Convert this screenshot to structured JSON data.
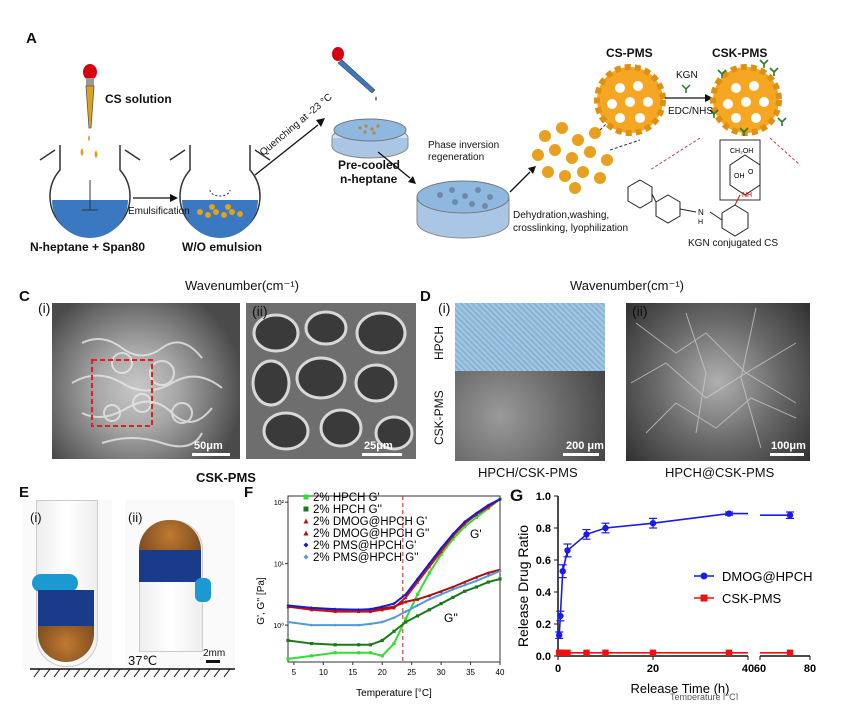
{
  "panels": {
    "a": "A",
    "c": "C",
    "d": "D",
    "e": "E",
    "f": "F",
    "g": "G",
    "c_i": "(i)",
    "c_ii": "(ii)",
    "d_i": "(i)",
    "d_ii": "(ii)",
    "e_i": "(i)",
    "e_ii": "(ii)"
  },
  "schematic": {
    "cs_solution": "CS solution",
    "emulsification": "Emulsification",
    "heptane_span": "N-heptane + Span80",
    "wo_emulsion": "W/O emulsion",
    "quenching": "Quenching at -23 °C",
    "precooled_1": "Pre-cooled",
    "precooled_2": "n-heptane",
    "phase_inv_1": "Phase inversion",
    "phase_inv_2": "regeneration",
    "dehydration_1": "Dehydration,washing,",
    "dehydration_2": "crosslinking, lyophilization",
    "cs_pms": "CS-PMS",
    "csk_pms": "CSK-PMS",
    "kgn": "KGN",
    "edc_nhs": "EDC/NHS",
    "kgn_conjugated": "KGN conjugated CS",
    "mol_oh": "OH",
    "mol_ch2oh": "CH₂OH",
    "mol_o": "O",
    "mol_nh": "NH",
    "mol_h": "H",
    "mol_n": "N"
  },
  "panel_c": {
    "header": "Wavenumber(cm⁻¹)",
    "scale_i": "50μm",
    "scale_ii": "25μm",
    "caption": "CSK-PMS"
  },
  "panel_d": {
    "header": "Wavenumber(cm⁻¹)",
    "hpch": "HPCH",
    "csk_pms": "CSK-PMS",
    "scale_i": "200 μm",
    "scale_ii": "100μm",
    "caption_i": "HPCH/CSK-PMS",
    "caption_ii": "HPCH@CSK-PMS"
  },
  "panel_e": {
    "temp": "37℃",
    "scale": "2mm"
  },
  "chart_data": [
    {
      "type": "line",
      "panel": "F",
      "xlabel": "Temperature [°C]",
      "ylabel": "G', G'' [Pa]",
      "xlim": [
        4,
        40
      ],
      "ylim_log10": [
        -0.6,
        2.1
      ],
      "x_ticks": [
        5,
        10,
        15,
        20,
        25,
        30,
        35,
        40
      ],
      "y_ticks": [
        "10²",
        "10¹",
        "10⁰"
      ],
      "y_tick_values": [
        2,
        1,
        0
      ],
      "annotations": {
        "g_prime": "G'",
        "g_double_prime": "G''"
      },
      "transition_line_x": 23.5,
      "x": [
        4,
        8,
        12,
        16,
        18,
        20,
        22,
        24,
        26,
        28,
        30,
        32,
        34,
        36,
        38,
        40
      ],
      "series": [
        {
          "name": "2% HPCH G'",
          "color": "#33dd33",
          "marker": "square",
          "log10_values": [
            -0.55,
            -0.5,
            -0.45,
            -0.45,
            -0.45,
            -0.5,
            -0.3,
            0.1,
            0.5,
            0.85,
            1.15,
            1.4,
            1.6,
            1.75,
            1.9,
            2.05
          ]
        },
        {
          "name": "2% HPCH G''",
          "color": "#1a7a1a",
          "marker": "square",
          "log10_values": [
            -0.25,
            -0.3,
            -0.32,
            -0.32,
            -0.32,
            -0.25,
            -0.1,
            0.05,
            0.15,
            0.25,
            0.35,
            0.45,
            0.55,
            0.62,
            0.7,
            0.75
          ]
        },
        {
          "name": "2% DMOG@HPCH G'",
          "color": "#cc1111",
          "marker": "triangle",
          "log10_values": [
            0.3,
            0.25,
            0.22,
            0.22,
            0.22,
            0.25,
            0.28,
            0.45,
            0.7,
            0.95,
            1.2,
            1.45,
            1.65,
            1.8,
            1.92,
            2.05
          ]
        },
        {
          "name": "2% DMOG@HPCH G''",
          "color": "#aa1111",
          "marker": "triangle",
          "log10_values": [
            0.3,
            0.28,
            0.25,
            0.25,
            0.25,
            0.27,
            0.3,
            0.38,
            0.42,
            0.48,
            0.55,
            0.62,
            0.7,
            0.78,
            0.85,
            0.9
          ]
        },
        {
          "name": "2% PMS@HPCH G'",
          "color": "#1a1acc",
          "marker": "diamond",
          "log10_values": [
            0.32,
            0.28,
            0.26,
            0.25,
            0.26,
            0.3,
            0.35,
            0.5,
            0.75,
            1.0,
            1.25,
            1.48,
            1.68,
            1.82,
            1.95,
            2.05
          ]
        },
        {
          "name": "2% PMS@HPCH G''",
          "color": "#5599dd",
          "marker": "diamond",
          "log10_values": [
            0.05,
            0.0,
            0.0,
            0.0,
            0.02,
            0.05,
            0.12,
            0.22,
            0.32,
            0.42,
            0.5,
            0.58,
            0.65,
            0.72,
            0.8,
            0.88
          ]
        }
      ]
    },
    {
      "type": "line",
      "panel": "G",
      "xlabel": "Release Time (h)",
      "ylabel": "Release Drug Ratio",
      "overlap_text": "Temperature [°C]",
      "ylim": [
        0,
        1.0
      ],
      "y_ticks": [
        0.0,
        0.2,
        0.4,
        0.6,
        0.8,
        1.0
      ],
      "x_ticks": [
        "0",
        "20",
        "40",
        "60",
        "80"
      ],
      "axis_break": "between 40 and 60 h",
      "legend_position": "center-right",
      "series": [
        {
          "name": "DMOG@HPCH",
          "color": "#1a1aee",
          "marker": "circle",
          "x": [
            0.25,
            0.5,
            1,
            2,
            6,
            10,
            20,
            36,
            72
          ],
          "y": [
            0.13,
            0.25,
            0.53,
            0.66,
            0.76,
            0.8,
            0.83,
            0.89,
            0.88
          ],
          "err": [
            0.02,
            0.03,
            0.04,
            0.04,
            0.03,
            0.03,
            0.03,
            0.01,
            0.02
          ]
        },
        {
          "name": "CSK-PMS",
          "color": "#ee1111",
          "marker": "square",
          "x": [
            0.25,
            0.5,
            1,
            2,
            6,
            10,
            20,
            36,
            72
          ],
          "y": [
            0.02,
            0.02,
            0.02,
            0.02,
            0.02,
            0.02,
            0.02,
            0.02,
            0.02
          ],
          "err": [
            0,
            0,
            0,
            0,
            0,
            0,
            0,
            0,
            0
          ]
        }
      ]
    }
  ]
}
